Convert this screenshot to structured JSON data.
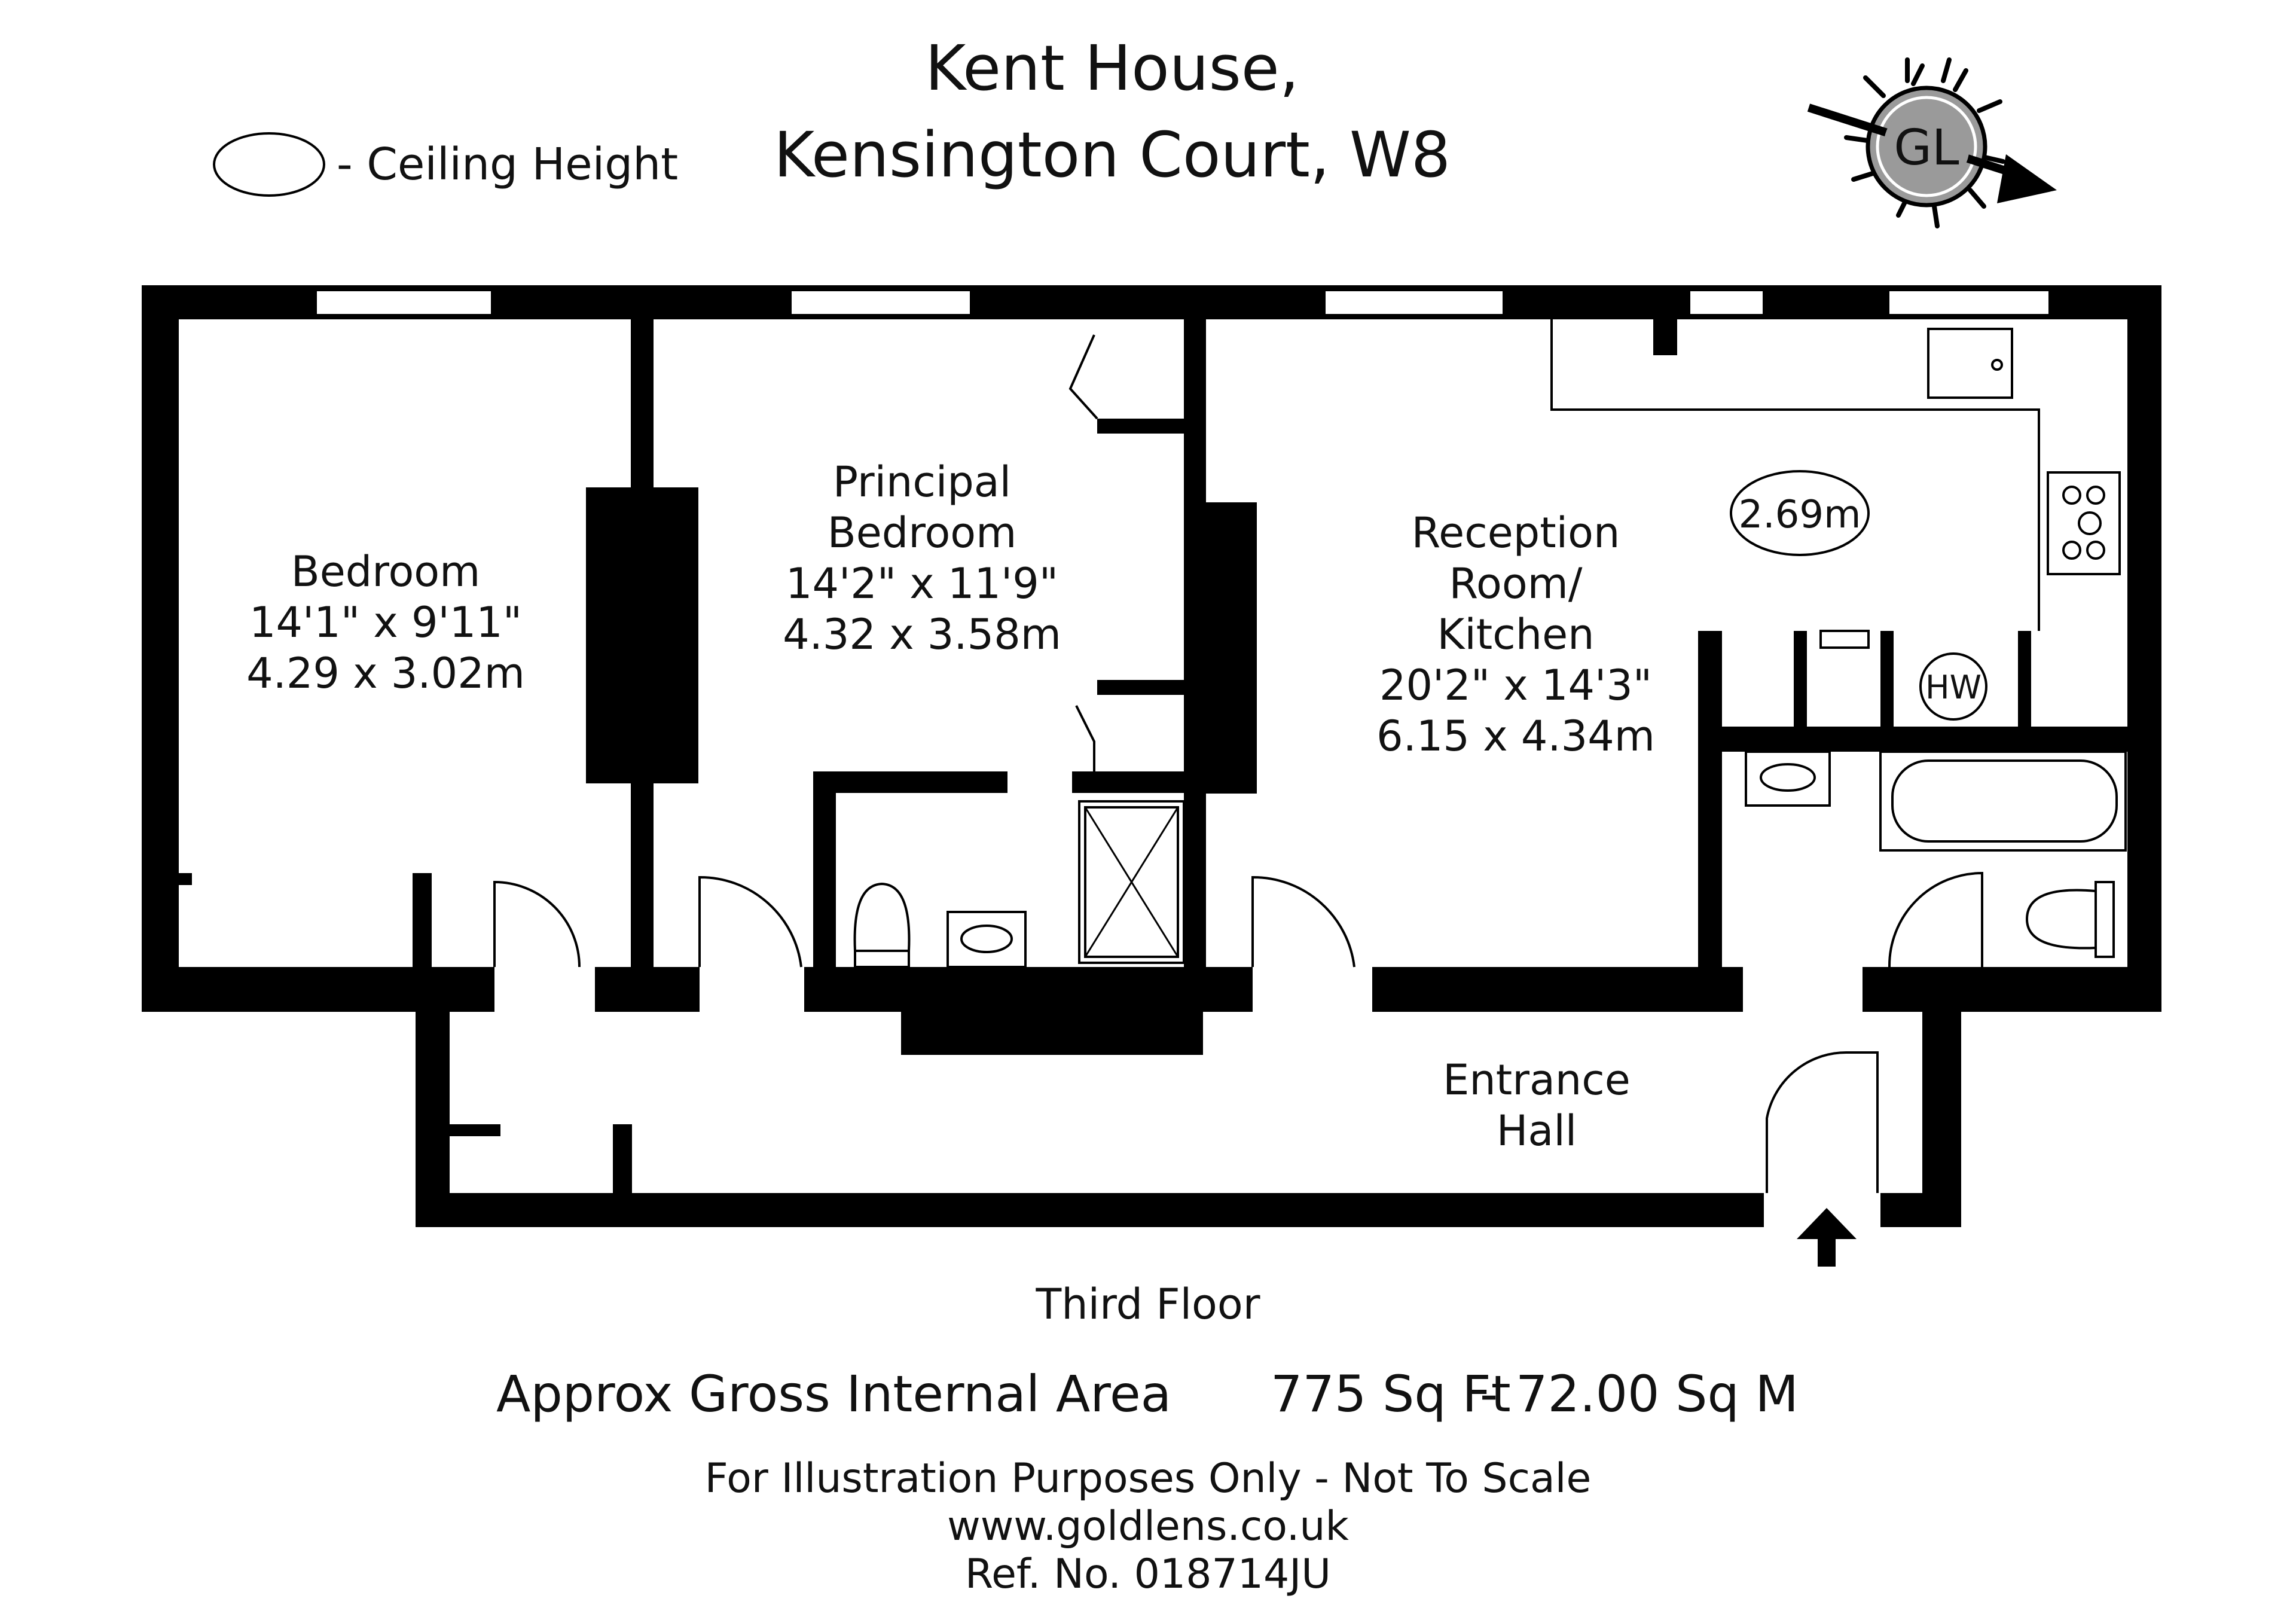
{
  "title": {
    "line1": "Kent House,",
    "line2": "Kensington Court, W8"
  },
  "legend": {
    "text": "- Ceiling Height"
  },
  "compass_logo": {
    "text": "GL",
    "icon": "sun-compass-icon"
  },
  "rooms": {
    "bedroom": {
      "name": "Bedroom",
      "imperial": "14'1\" x 9'11\"",
      "metric": "4.29 x 3.02m"
    },
    "principal_bedroom": {
      "name1": "Principal",
      "name2": "Bedroom",
      "imperial": "14'2\" x 11'9\"",
      "metric": "4.32 x 3.58m"
    },
    "reception": {
      "name1": "Reception",
      "name2": "Room/",
      "name3": "Kitchen",
      "imperial": "20'2\" x 14'3\"",
      "metric": "6.15 x 4.34m"
    },
    "entrance_hall": {
      "name1": "Entrance",
      "name2": "Hall"
    }
  },
  "ceiling_height": "2.69m",
  "hot_water": "HW",
  "floor_name": "Third Floor",
  "area": {
    "label": "Approx Gross Internal Area",
    "sqft": "775 Sq Ft",
    "sep": "-",
    "sqm": "72.00 Sq M"
  },
  "footer": {
    "disclaimer": "For Illustration Purposes Only - Not To Scale",
    "website": "www.goldlens.co.uk",
    "ref": "Ref. No. 018714JU"
  },
  "colors": {
    "wall": "#000000",
    "logo_grey": "#9a9a9a"
  }
}
